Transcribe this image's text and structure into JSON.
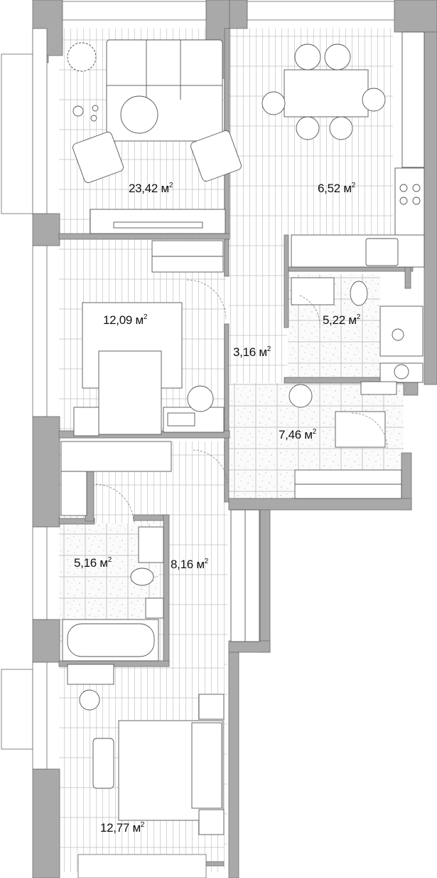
{
  "plan": {
    "type": "apartment-floor-plan",
    "unit": "м",
    "unit_superscript": "2",
    "colors": {
      "wall": "#a9a9a9",
      "floor_line": "#8a8a8a",
      "furniture": "#555555",
      "background": "#ffffff",
      "text": "#111111"
    },
    "rooms": [
      {
        "id": "living",
        "name": "living-room",
        "area": "23,42",
        "floor": "parquet"
      },
      {
        "id": "kitchen",
        "name": "kitchen",
        "area": "6,52",
        "floor": "parquet"
      },
      {
        "id": "bedroom1",
        "name": "bedroom-small",
        "area": "12,09",
        "floor": "parquet"
      },
      {
        "id": "corridor1",
        "name": "corridor",
        "area": "3,16",
        "floor": "parquet"
      },
      {
        "id": "bath1",
        "name": "bathroom-shower",
        "area": "5,22",
        "floor": "tile"
      },
      {
        "id": "hall",
        "name": "entrance-hall",
        "area": "7,46",
        "floor": "tile"
      },
      {
        "id": "corridor2",
        "name": "corridor-lower",
        "area": "8,16",
        "floor": "parquet"
      },
      {
        "id": "bath2",
        "name": "bathroom-tub",
        "area": "5,16",
        "floor": "tile"
      },
      {
        "id": "bedroom2",
        "name": "bedroom-master",
        "area": "12,77",
        "floor": "parquet"
      }
    ]
  }
}
